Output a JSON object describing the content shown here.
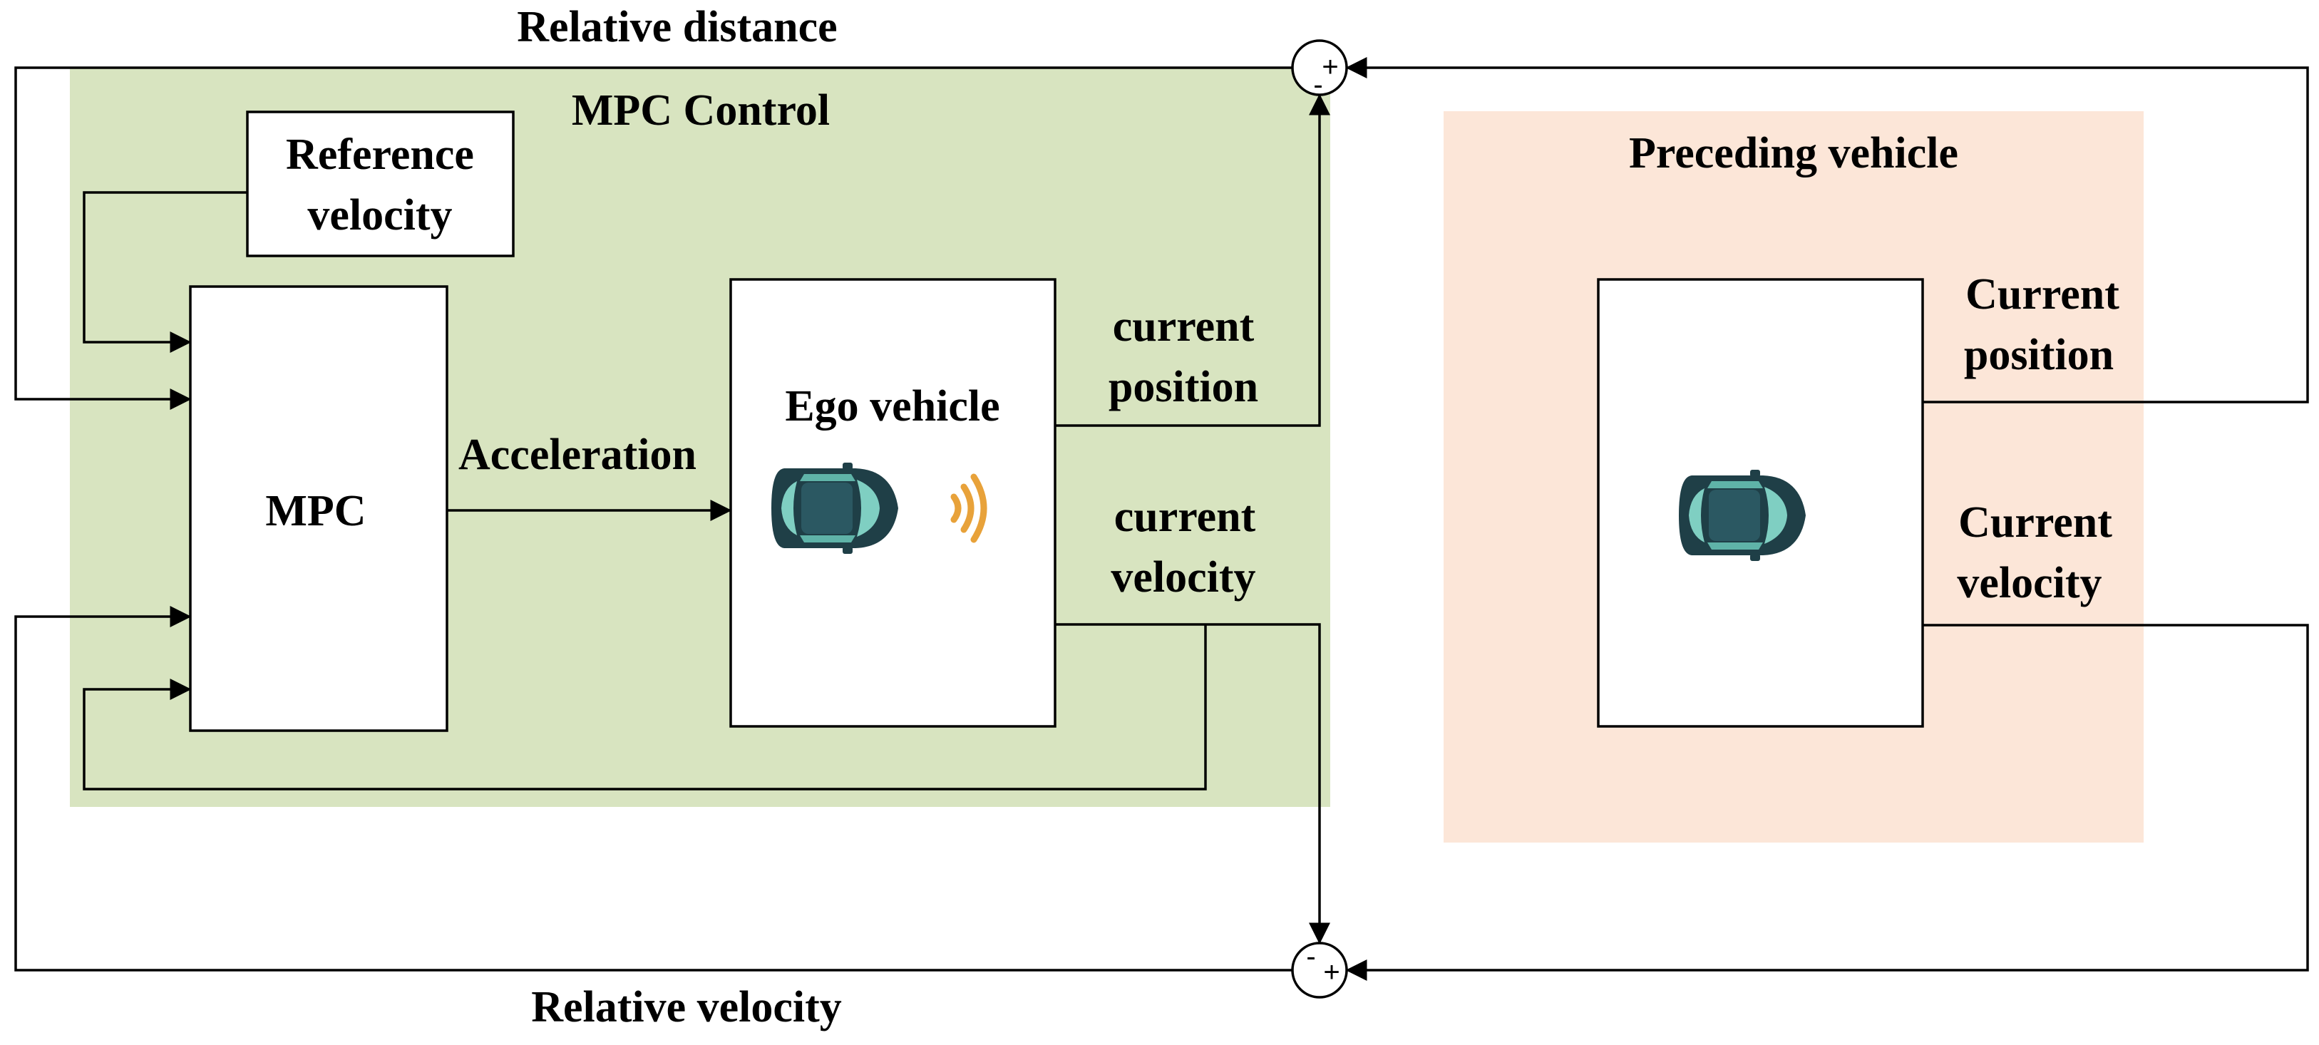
{
  "colors": {
    "mpc_region": "#d8e4c0",
    "preceding_region": "#fce6d8",
    "car_body": "#1f3f47",
    "car_glass": "#7fcfc2",
    "sensor_waves": "#e8a23a"
  },
  "regions": {
    "mpc_control": "MPC Control",
    "preceding_vehicle": "Preceding vehicle"
  },
  "blocks": {
    "reference_velocity": [
      "Reference",
      "velocity"
    ],
    "mpc": "MPC",
    "ego_vehicle": "Ego vehicle"
  },
  "signals": {
    "acceleration": "Acceleration",
    "ego_current_position": [
      "current",
      "position"
    ],
    "ego_current_velocity": [
      "current",
      "velocity"
    ],
    "preceding_current_position": [
      "Current",
      "position"
    ],
    "preceding_current_velocity": [
      "Current",
      "velocity"
    ],
    "relative_distance": "Relative distance",
    "relative_velocity": "Relative velocity"
  },
  "summing_junctions": {
    "top": {
      "plus": "+",
      "minus": "-"
    },
    "bottom": {
      "plus": "+",
      "minus": "-"
    }
  },
  "icons": [
    "car-icon",
    "sensor-waves-icon"
  ]
}
